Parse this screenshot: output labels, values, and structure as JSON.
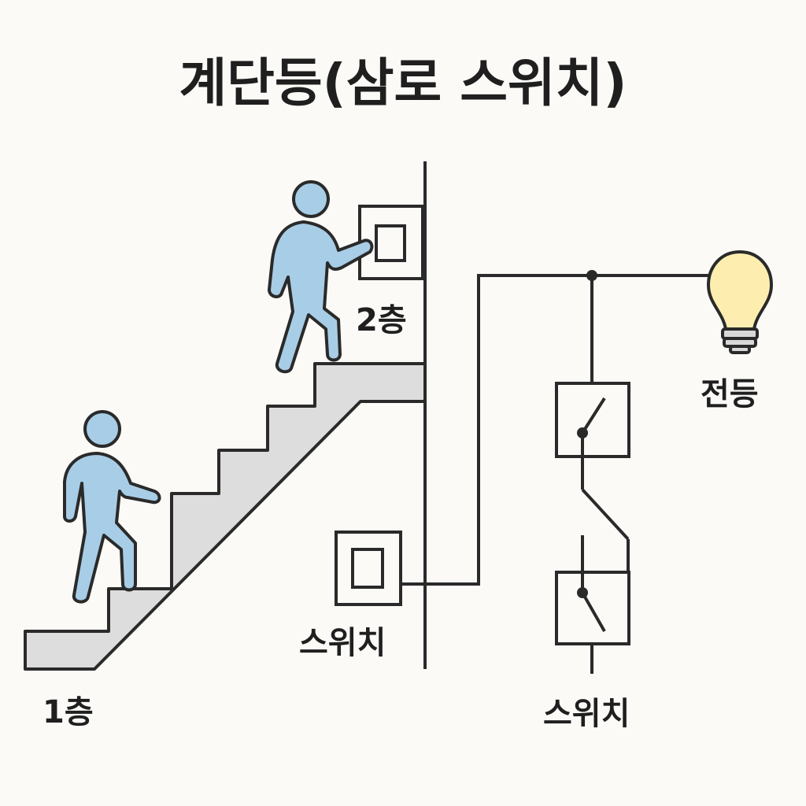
{
  "title": "계단등(삼로 스위치)",
  "labels": {
    "floor_2": "2층",
    "floor_1": "1층",
    "switch_wall": "스위치",
    "switch_diagram": "스위치",
    "lamp": "전등"
  },
  "colors": {
    "background": "#fbfaf7",
    "person_fill": "#a8cde6",
    "stroke": "#2a2a2a",
    "stair_fill": "#dddddd",
    "bulb_fill": "#fdeeb0"
  },
  "icons": [
    "person-icon",
    "light-bulb-icon",
    "wall-switch-icon",
    "three-way-switch-icon"
  ]
}
